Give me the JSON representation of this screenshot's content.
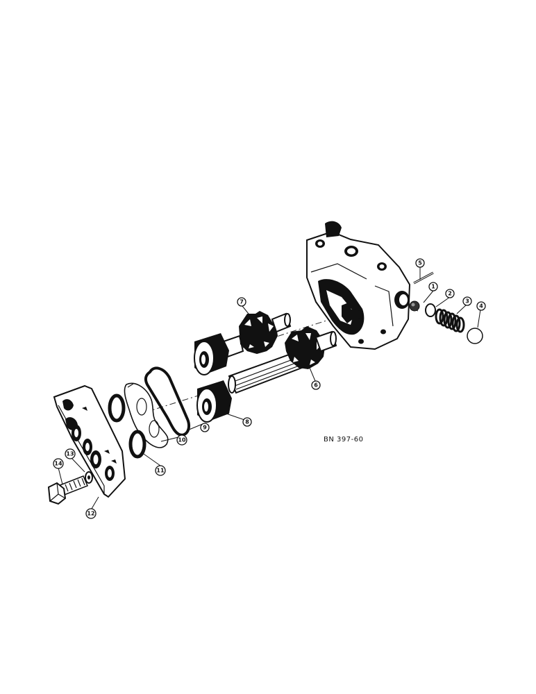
{
  "diagram": {
    "reference_code": "BN 397-60",
    "callouts": [
      {
        "id": "c1",
        "label": "1"
      },
      {
        "id": "c2",
        "label": "2"
      },
      {
        "id": "c3",
        "label": "3"
      },
      {
        "id": "c4",
        "label": "4"
      },
      {
        "id": "c5",
        "label": "5"
      },
      {
        "id": "c6",
        "label": "6"
      },
      {
        "id": "c7",
        "label": "7"
      },
      {
        "id": "c8",
        "label": "8"
      },
      {
        "id": "c9",
        "label": "9"
      },
      {
        "id": "c10",
        "label": "10"
      },
      {
        "id": "c11",
        "label": "11"
      },
      {
        "id": "c12",
        "label": "12"
      },
      {
        "id": "c13",
        "label": "13"
      },
      {
        "id": "c14",
        "label": "14"
      }
    ]
  }
}
